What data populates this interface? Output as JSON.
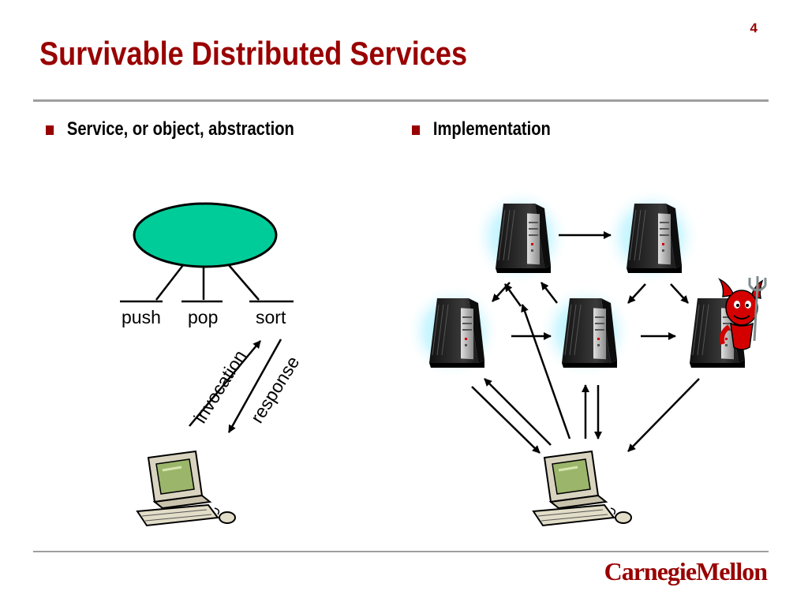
{
  "slide": {
    "number": "4",
    "title": "Survivable Distributed Services"
  },
  "bullets": {
    "left": "Service, or object, abstraction",
    "right": "Implementation"
  },
  "abstraction": {
    "methods": [
      "push",
      "pop",
      "sort"
    ],
    "invocation_label": "invocation",
    "response_label": "response",
    "object_color": "#00cc99"
  },
  "implementation": {
    "server_glow_color": "#bff3ff",
    "attacker_icon": "devil-icon"
  },
  "footer": {
    "brand": "CarnegieMellon"
  },
  "colors": {
    "title": "#990000",
    "rule": "#9e9e9e",
    "bullet_marker": "#990000"
  }
}
